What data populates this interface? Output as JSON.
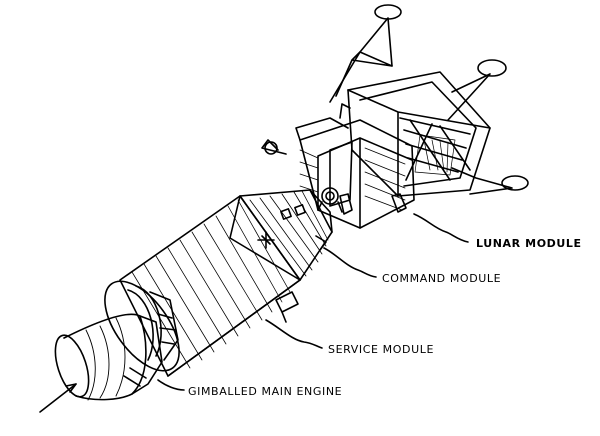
{
  "labels": {
    "lunar_module": "LUNAR MODULE",
    "command_module": "COMMAND MODULE",
    "service_module": "SERVICE MODULE",
    "main_engine": "GIMBALLED MAIN ENGINE"
  },
  "colors": {
    "ink": "#000000",
    "background": "#ffffff"
  }
}
